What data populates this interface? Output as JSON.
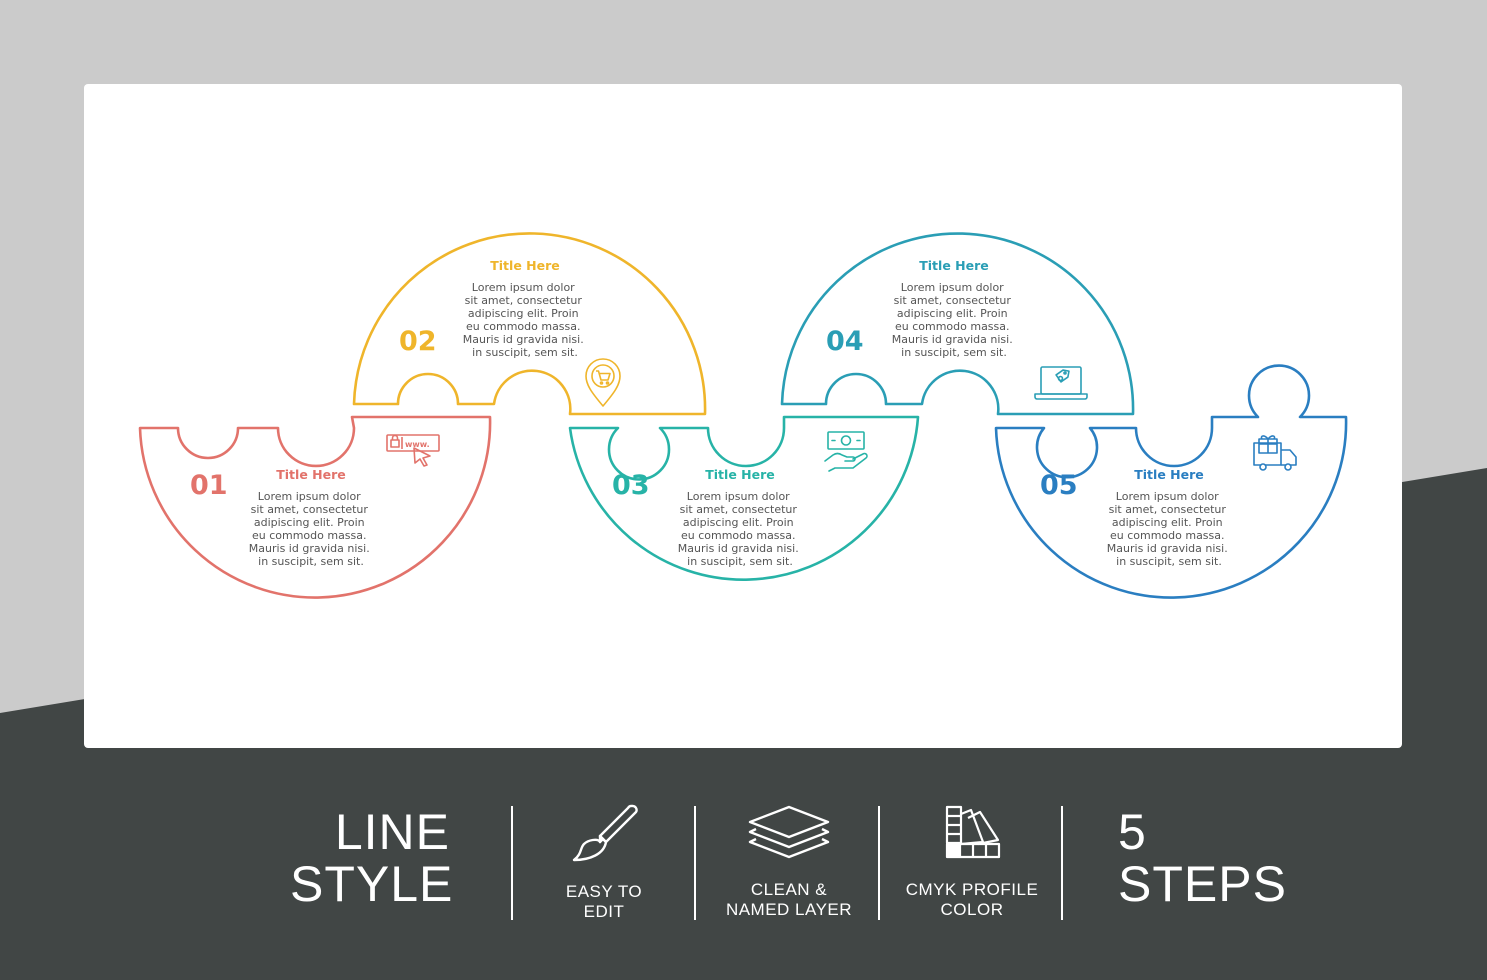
{
  "colors": {
    "page_bg": "#cbcbcb",
    "dark_bg": "#414645",
    "card_bg": "#ffffff",
    "step1": "#e2736b",
    "step2": "#efb52b",
    "step3": "#27b3a7",
    "step4": "#2a9eb5",
    "step5": "#2a7ec1"
  },
  "steps": [
    {
      "number": "01",
      "title": "Title Here",
      "icon": "web-address-cursor-icon",
      "body": [
        "Lorem ipsum dolor",
        "sit amet, consectetur",
        "adipiscing elit. Proin",
        "eu commodo massa.",
        "Mauris id gravida nisi.",
        "in suscipit, sem sit."
      ]
    },
    {
      "number": "02",
      "title": "Title Here",
      "icon": "shopping-cart-pin-icon",
      "body": [
        "Lorem ipsum dolor",
        "sit amet, consectetur",
        "adipiscing elit. Proin",
        "eu commodo massa.",
        "Mauris id gravida nisi.",
        "in suscipit, sem sit."
      ]
    },
    {
      "number": "03",
      "title": "Title Here",
      "icon": "money-hand-icon",
      "body": [
        "Lorem ipsum dolor",
        "sit amet, consectetur",
        "adipiscing elit. Proin",
        "eu commodo massa.",
        "Mauris id gravida nisi.",
        "in suscipit, sem sit."
      ]
    },
    {
      "number": "04",
      "title": "Title Here",
      "icon": "laptop-tag-icon",
      "body": [
        "Lorem ipsum dolor",
        "sit amet, consectetur",
        "adipiscing elit. Proin",
        "eu commodo massa.",
        "Mauris id gravida nisi.",
        "in suscipit, sem sit."
      ]
    },
    {
      "number": "05",
      "title": "Title Here",
      "icon": "delivery-truck-gift-icon",
      "body": [
        "Lorem ipsum dolor",
        "sit amet, consectetur",
        "adipiscing elit. Proin",
        "eu commodo massa.",
        "Mauris id gravida nisi.",
        "in suscipit, sem sit."
      ]
    }
  ],
  "footer": {
    "style_line1": "LINE",
    "style_line2": "STYLE",
    "features": [
      {
        "icon": "paintbrush-icon",
        "line1": "EASY TO",
        "line2": "EDIT"
      },
      {
        "icon": "layers-icon",
        "line1": "CLEAN &",
        "line2": "NAMED LAYER"
      },
      {
        "icon": "color-swatch-icon",
        "line1": "CMYK PROFILE",
        "line2": "COLOR"
      }
    ],
    "steps_line1": "5",
    "steps_line2": "STEPS"
  }
}
